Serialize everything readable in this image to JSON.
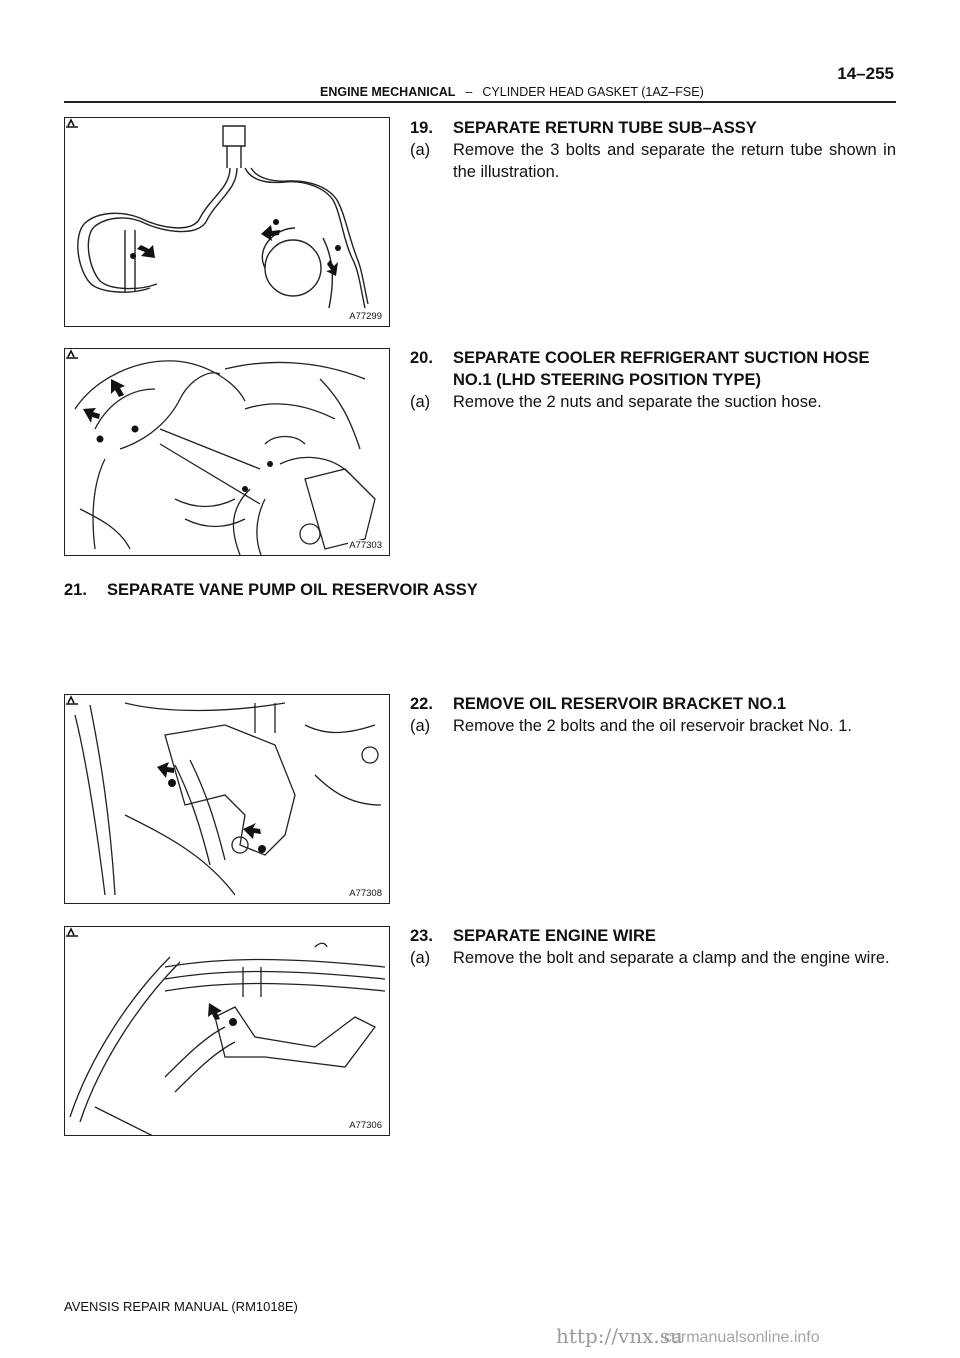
{
  "header": {
    "chapter": "ENGINE MECHANICAL",
    "dash": "–",
    "section": "CYLINDER HEAD GASKET (1AZ–FSE)",
    "page_number": "14–255"
  },
  "figures": [
    {
      "code": "A77299"
    },
    {
      "code": "A77303"
    },
    {
      "code": "A77308"
    },
    {
      "code": "A77306"
    }
  ],
  "steps": [
    {
      "number": "19.",
      "title": "SEPARATE RETURN TUBE SUB–ASSY",
      "substeps": [
        {
          "label": "(a)",
          "text": "Remove the 3 bolts and separate the return tube shown in the illustration."
        }
      ]
    },
    {
      "number": "20.",
      "title": "SEPARATE COOLER REFRIGERANT SUCTION HOSE NO.1 (LHD STEERING POSITION TYPE)",
      "substeps": [
        {
          "label": "(a)",
          "text": "Remove the 2 nuts and separate the suction hose."
        }
      ]
    },
    {
      "number": "21.",
      "title": "SEPARATE VANE PUMP OIL RESERVOIR ASSY",
      "substeps": []
    },
    {
      "number": "22.",
      "title": "REMOVE OIL RESERVOIR BRACKET NO.1",
      "substeps": [
        {
          "label": "(a)",
          "text": "Remove the 2 bolts and the oil reservoir bracket No. 1."
        }
      ]
    },
    {
      "number": "23.",
      "title": "SEPARATE ENGINE WIRE",
      "substeps": [
        {
          "label": "(a)",
          "text": "Remove the bolt and separate a clamp and the engine wire."
        }
      ]
    }
  ],
  "footer": {
    "manual": "AVENSIS REPAIR MANUAL   (RM1018E)",
    "link": "http://vnx.su",
    "watermark": "carmanualsonline.info"
  }
}
